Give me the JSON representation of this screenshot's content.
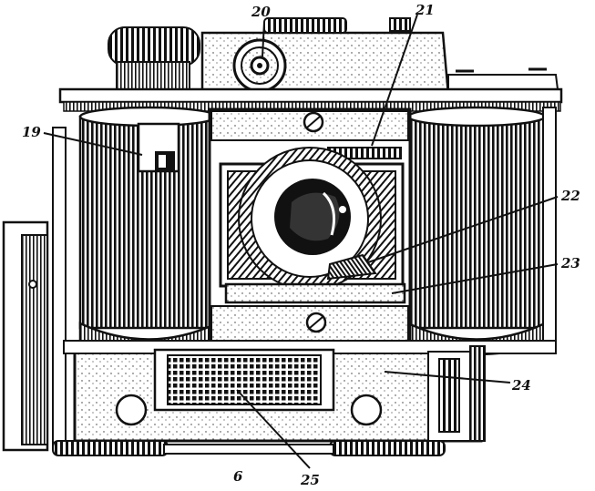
{
  "labels": {
    "l19": "19",
    "l20": "20",
    "l21": "21",
    "l22": "22",
    "l23": "23",
    "l24": "24",
    "l25": "25",
    "l6": "6"
  }
}
